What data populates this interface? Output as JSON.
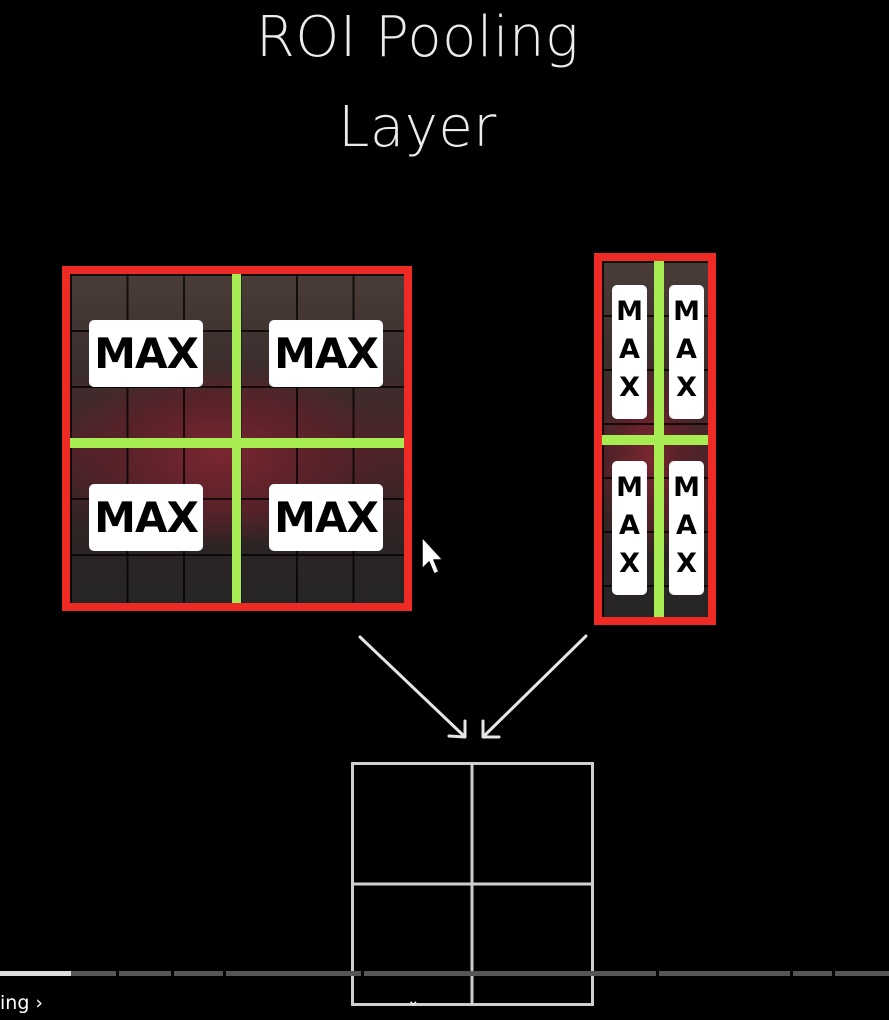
{
  "title": {
    "line1": "ROI Pooling",
    "line2": "Layer"
  },
  "roi_left": {
    "labels": [
      "MAX",
      "MAX",
      "MAX",
      "MAX"
    ]
  },
  "roi_right": {
    "labels": [
      "MAX",
      "MAX",
      "MAX",
      "MAX"
    ]
  },
  "output_grid": {
    "rows": 2,
    "cols": 2
  },
  "player": {
    "chapter_label": "ing ›",
    "progress_fraction": 0.08
  },
  "colors": {
    "roi_border": "#ee2a24",
    "bin_divider": "#a7ec52",
    "label_bg": "#ffffff",
    "output_grid": "#cfcfcf"
  }
}
